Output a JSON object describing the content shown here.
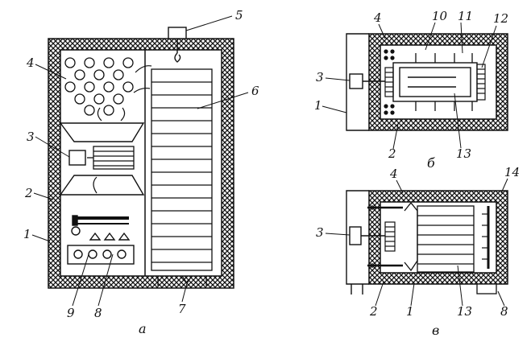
{
  "labels": {
    "n1": "1",
    "n2": "2",
    "n3": "3",
    "n4": "4",
    "n5": "5",
    "n6": "6",
    "n7": "7",
    "n8": "8",
    "n9": "9",
    "n10": "10",
    "n11": "11",
    "n12": "12",
    "n13": "13",
    "n14": "14"
  },
  "captions": {
    "a": "а",
    "b": "б",
    "v": "в"
  }
}
